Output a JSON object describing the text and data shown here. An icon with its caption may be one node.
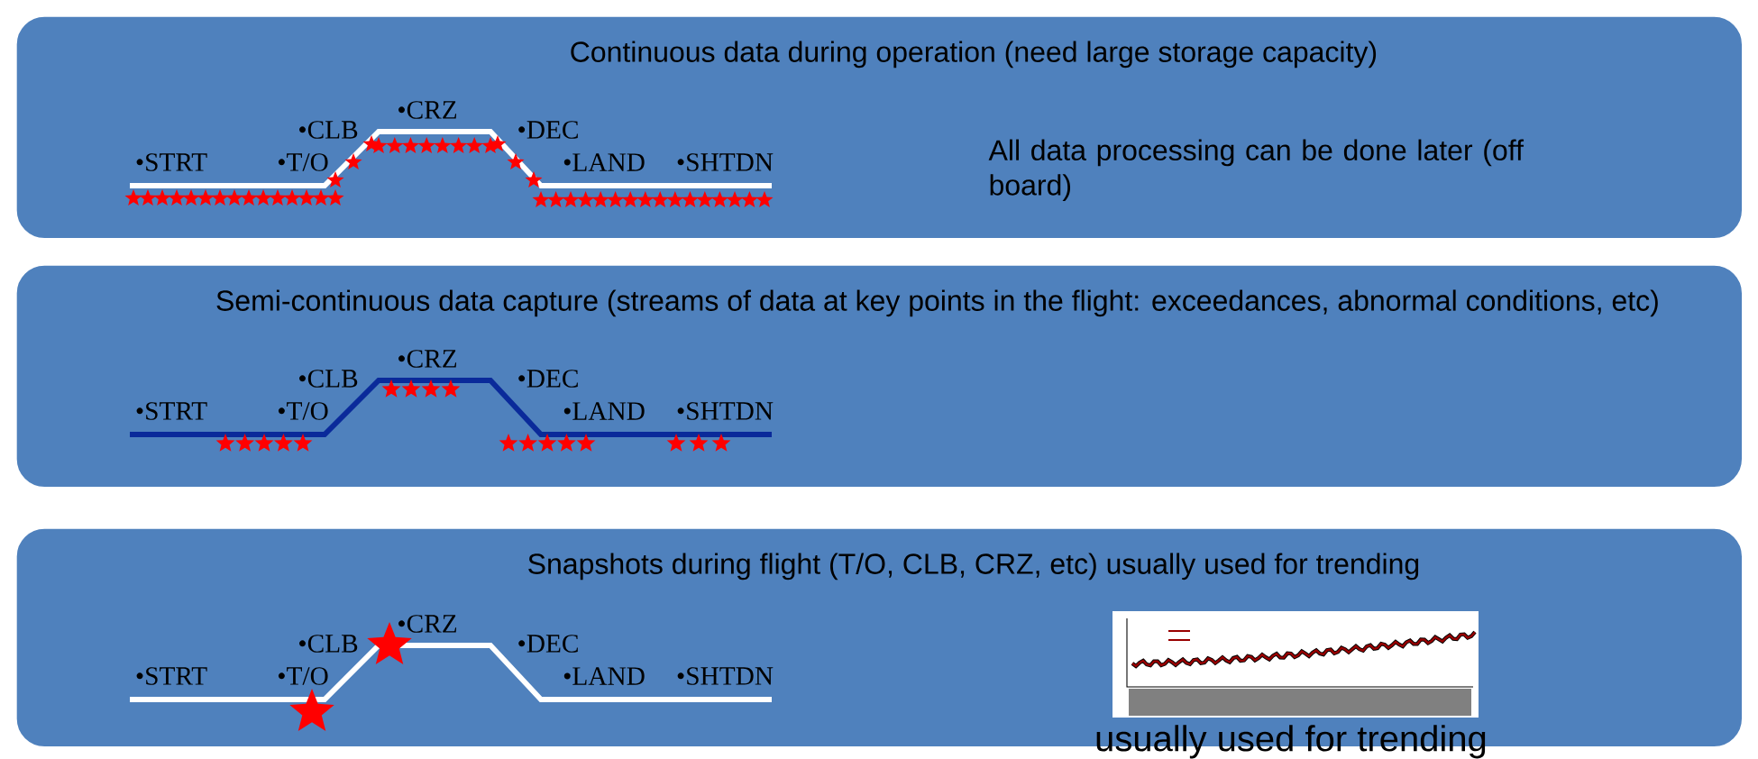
{
  "diagram": {
    "nodes": [
      {
        "text": [
          "Continuous data during operation (need large storage capacity)",
          "All data processing can be done later (off board)"
        ]
      },
      {
        "text": [
          "Semi-continuous data capture (streams of data at key points in the flight: exceedances,  abnormal conditions, etc)"
        ]
      },
      {
        "text": [
          "Snapshots during flight (T/O, CLB, CRZ, etc)  usually used for trending",
          "usually used for trending"
        ]
      }
    ],
    "labels": [
      "•STRT",
      "•T/O",
      "•CLB",
      "•CRZ",
      "•DEC",
      "•LAND",
      "•SHTDN",
      "•STRT",
      "•T/O",
      "•CLB",
      "•CRZ",
      "•DEC",
      "•LAND",
      "•SHTDN",
      "•STRT",
      "•T/O",
      "•CLB",
      "•CRZ",
      "•DEC",
      "•LAND",
      "•SHTDN"
    ]
  }
}
